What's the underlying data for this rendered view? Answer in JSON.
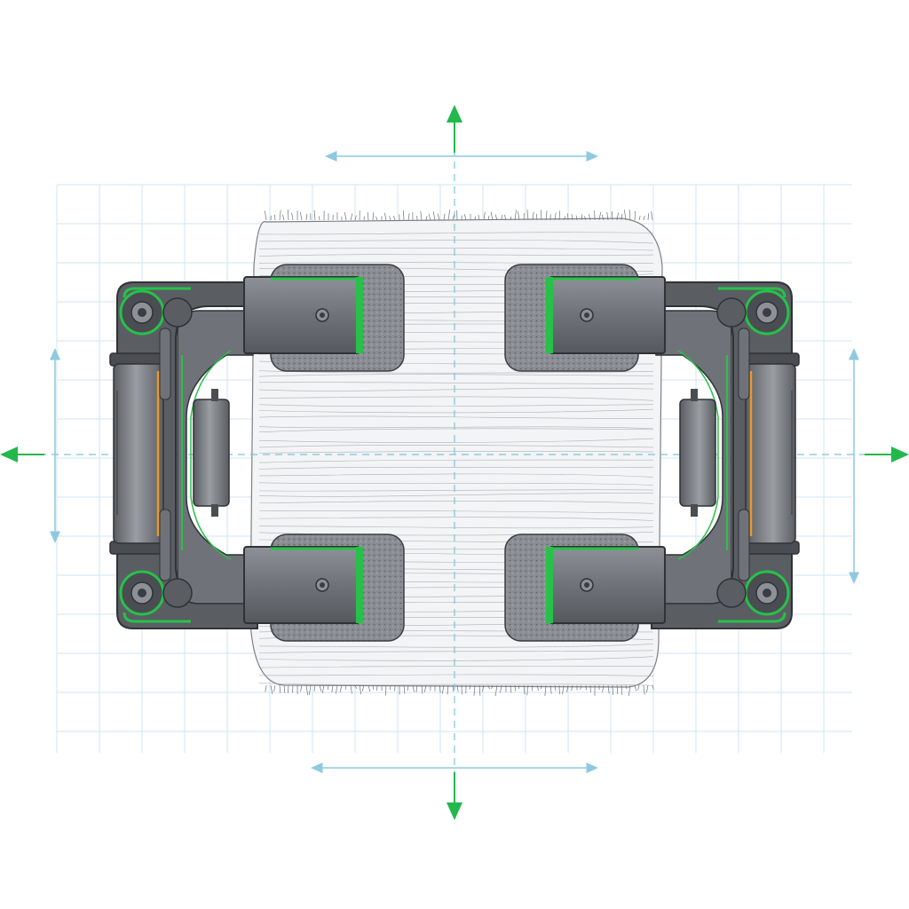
{
  "diagram": {
    "view": "top",
    "subject": "gripper-clamping-fixture",
    "text_labels": [],
    "colors": {
      "background": "#ffffff",
      "grid": "#cfe6f0",
      "grid_strong": "#bcdbe8",
      "dimension_arrow": "#8ec9e0",
      "centerline": "#7cc4dc",
      "motion_arrow": "#22b84c",
      "frame_dark": "#4a4d52",
      "frame_mid": "#6f7379",
      "frame_light": "#8d9197",
      "highlight": "#27c14a",
      "accent_orange": "#e59a2b",
      "pad_texture": "#7c8086",
      "fabric": "#f3f4f5",
      "fabric_lines": "#9aa0a6"
    },
    "icons": {
      "motion_arrows": [
        "arrow-up-icon",
        "arrow-down-icon",
        "arrow-left-icon",
        "arrow-right-icon"
      ],
      "dimension_arrows": [
        "double-arrow-horizontal-icon",
        "double-arrow-vertical-icon"
      ],
      "fasteners": "bolt-icon"
    },
    "grippers": [
      "top-left",
      "top-right",
      "bottom-left",
      "bottom-right"
    ],
    "clamp_arms": [
      "left",
      "right"
    ]
  }
}
